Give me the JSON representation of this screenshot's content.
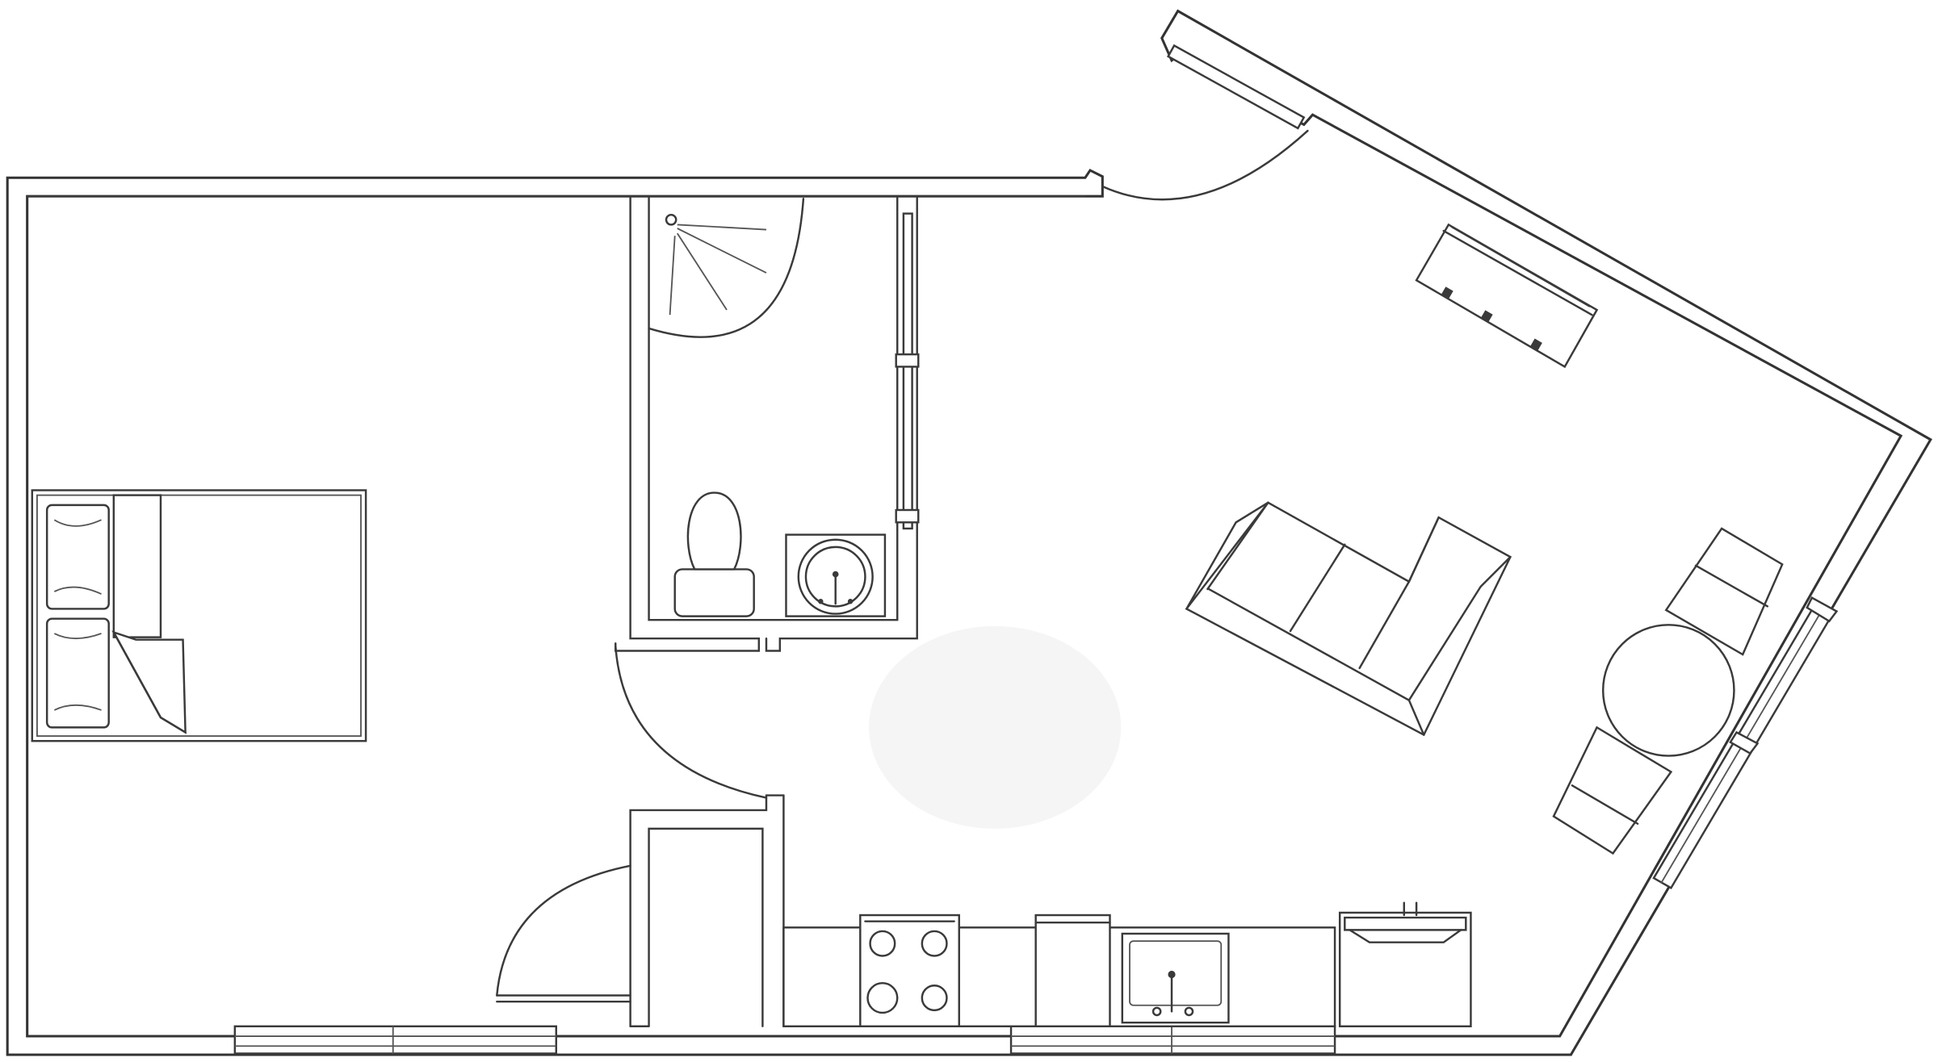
{
  "plan": {
    "colors": {
      "line": "#3a3a3a",
      "background": "#ffffff",
      "smudge": "#f4f4f4"
    },
    "rooms": [
      "bedroom",
      "shower-room",
      "living-kitchen",
      "storage-cupboard"
    ],
    "fixtures": [
      "double-bed",
      "quadrant-shower",
      "toilet",
      "washbasin",
      "sofa",
      "dining-table",
      "armchair",
      "tv-console",
      "cooker",
      "fridge",
      "kitchen-sink",
      "washing-machine"
    ],
    "doors": 4,
    "windows": 6
  }
}
